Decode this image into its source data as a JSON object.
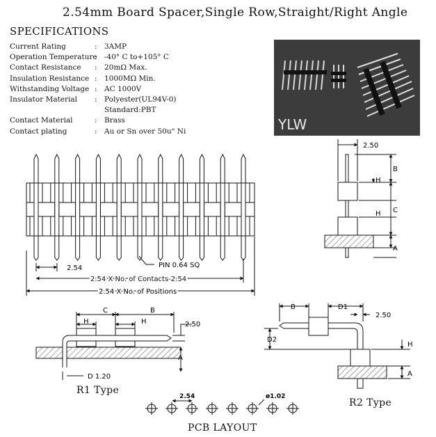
{
  "title": "2.54mm Board Spacer,Single Row,Straight/Right Angle",
  "specifications_heading": "SPECIFICATIONS",
  "specs": [
    {
      "label": "Current Rating",
      "sep": ":",
      "value": "3AMP"
    },
    {
      "label": "Operation Temperature",
      "sep": ":",
      "value": "-40° C to+105° C"
    },
    {
      "label": "Contact Resistance",
      "sep": ":",
      "value": "20mΩ Max."
    },
    {
      "label": "Insulation Resistance",
      "sep": ":",
      "value": "1000MΩ Min."
    },
    {
      "label": "Withstanding Voltage",
      "sep": ":",
      "value": "AC 1000V"
    },
    {
      "label": "Insulator Material",
      "sep": ":",
      "value": "Polyester(UL94V-0)"
    },
    {
      "label": "",
      "sep": "",
      "value": "Standard:PBT"
    },
    {
      "label": "Contact Material",
      "sep": ":",
      "value": "Brass"
    },
    {
      "label": "Contact plating",
      "sep": ":",
      "value": "Au or Sn over 50u\" Ni"
    }
  ],
  "photo_brand": "YLW",
  "front_view": {
    "pitch_label": "2.54",
    "pin_label": "PIN 0.64 SQ",
    "contacts_label": "2.54 X No. of Contacts-2.54",
    "positions_label": "2.54 X No. of Positions"
  },
  "side_view": {
    "top_dim": "2.50",
    "b": "B",
    "h1": "H",
    "c": "C",
    "h2": "H",
    "a": "A"
  },
  "r1": {
    "c": "C",
    "b": "B",
    "h1": "H",
    "h2": "H",
    "dim": "2.50",
    "a": "A",
    "d": "D 1.20",
    "caption": "R1 Type"
  },
  "r2": {
    "b": "B",
    "d1": "D1",
    "dim": "2.50",
    "d2": "D2",
    "h": "H",
    "a": "A",
    "caption": "R2 Type"
  },
  "pcb": {
    "pitch": "2.54",
    "hole": "ø1.02",
    "caption": "PCB LAYOUT"
  }
}
